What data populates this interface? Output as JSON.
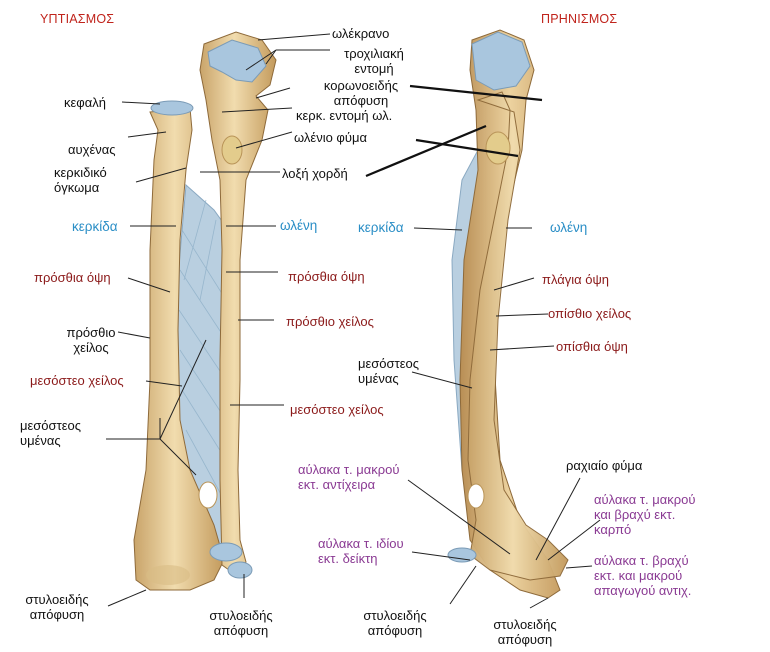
{
  "headers": {
    "supination": "ΥΠΤΙΑΣΜΟΣ",
    "pronation": "ΠΡΗΝΙΣΜΟΣ"
  },
  "center": {
    "olecranon": "ωλέκρανο",
    "trochlear_notch": "τροχιλιακή\nεντομή",
    "coronoid_process": "κορωνοειδής\nαπόφυση",
    "radial_notch": "κερκ. εντομή ωλ.",
    "ulnar_tuberosity": "ωλένιο φύμα",
    "oblique_cord": "λοξή χορδή"
  },
  "left": {
    "head": "κεφαλή",
    "neck": "αυχένας",
    "radial_tuberosity": "κερκιδικό\nόγκωμα",
    "radius": "κερκίδα",
    "anterior_surface": "πρόσθια όψη",
    "anterior_border": "πρόσθιο\nχείλος",
    "interosseous_border": "μεσόστεο χείλος",
    "interosseous_membrane": "μεσόστεος\nυμένας",
    "styloid_process": "στυλοειδής\nαπόφυση"
  },
  "mid_supine": {
    "ulna": "ωλένη",
    "anterior_surface": "πρόσθια όψη",
    "anterior_border": "πρόσθιο χείλος",
    "interosseous_border": "μεσόστεο χείλος",
    "styloid_process": "στυλοειδής\nαπόφυση"
  },
  "prone": {
    "radius": "κερκίδα",
    "ulna": "ωλένη",
    "lateral_surface": "πλάγια όψη",
    "posterior_border": "οπίσθιο  χείλος",
    "posterior_surface": "οπίσθια όψη",
    "interosseous_membrane": "μεσόστεος\nυμένας",
    "groove_ecrl": "αύλακα τ. μακρού\nεκτ. αντίχειρα",
    "dorsal_tubercle": "ραχιαίο φύμα",
    "groove_ecrl_ecrb": "αύλακα τ. μακρού\nκαι βραχύ εκτ.\nκαρπό",
    "groove_eip": "αύλακα τ. ιδίου\nεκτ. δείκτη",
    "groove_epb_apl": "αύλακα τ. βραχύ\nεκτ. και μακρού\nαπαγωγού αντιχ.",
    "styloid_left": "στυλοειδής\nαπόφυση",
    "styloid_right": "στυλοειδής\nαπόφυση"
  },
  "colors": {
    "bone": "#e8cf9a",
    "bone_shade": "#c9a46a",
    "cartilage": "#a9c6de",
    "membrane": "#b9cfe0",
    "blue_label": "#2a8ec6",
    "red_label": "#8b1a1a",
    "purple_label": "#8a3a93"
  }
}
